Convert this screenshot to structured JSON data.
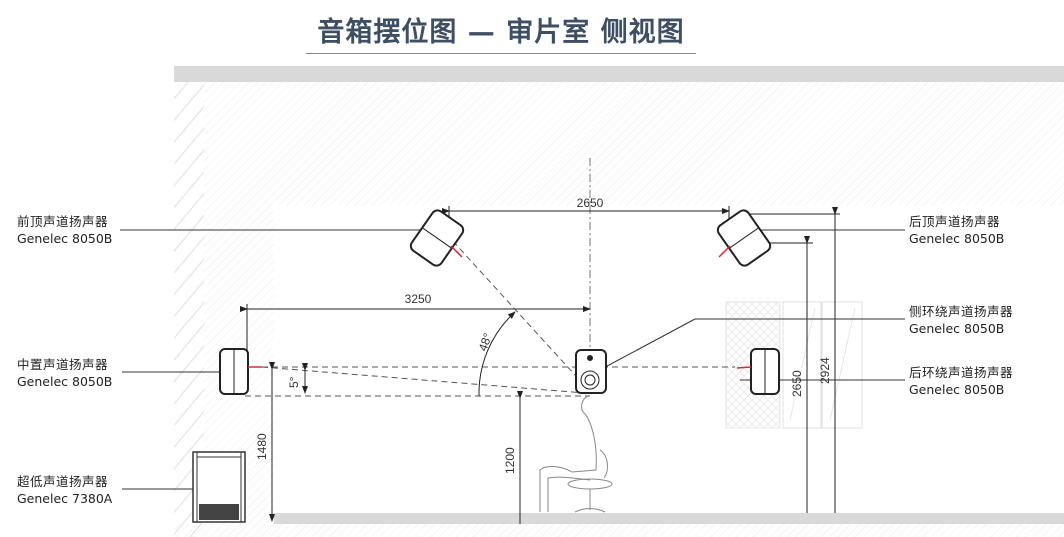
{
  "title": "音箱摆位图 — 审片室 侧视图",
  "labels": {
    "front_height": {
      "name": "前顶声道扬声器",
      "model": "Genelec 8050B"
    },
    "center": {
      "name": "中置声道扬声器",
      "model": "Genelec 8050B"
    },
    "subwoofer": {
      "name": "超低声道扬声器",
      "model": "Genelec 7380A"
    },
    "rear_height": {
      "name": "后顶声道扬声器",
      "model": "Genelec 8050B"
    },
    "side_surround": {
      "name": "侧环绕声道扬声器",
      "model": "Genelec 8050B"
    },
    "rear_surround": {
      "name": "后环绕声道扬声器",
      "model": "Genelec 8050B"
    }
  },
  "dimensions": {
    "height_spacing": "2650",
    "center_distance": "3250",
    "angle_elevation": "48°",
    "angle_tilt": "5°",
    "center_height": "1480",
    "ear_height": "1200",
    "height_speaker_level": "2650",
    "ceiling_height": "2924"
  },
  "colors": {
    "title": "#3f4f63",
    "aim_marker": "#e0253a",
    "wall_fill": "#d9d9d9"
  }
}
